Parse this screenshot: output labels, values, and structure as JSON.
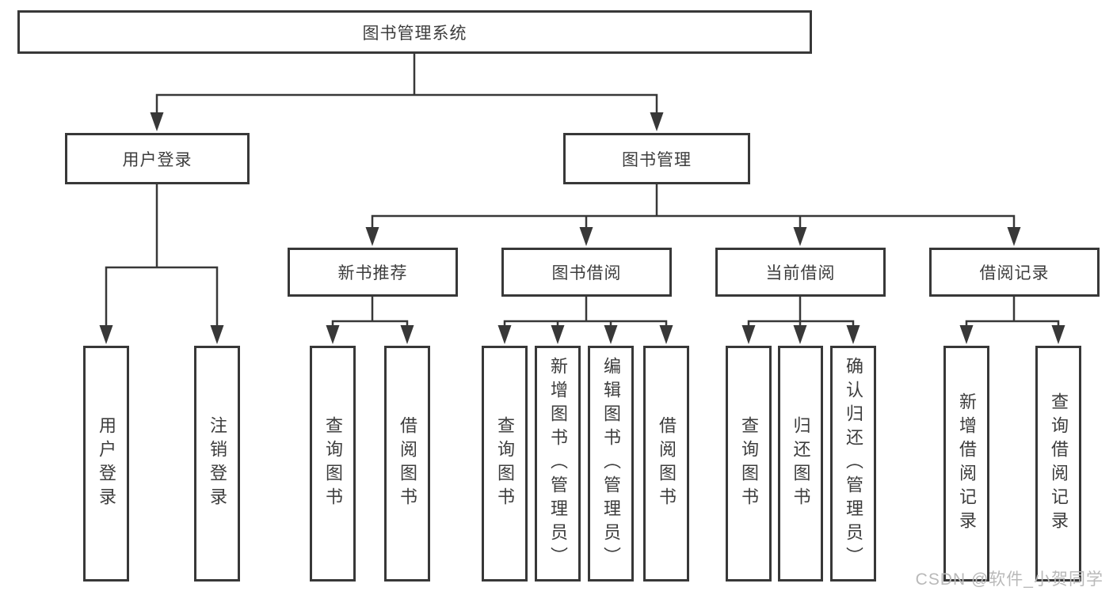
{
  "colors": {
    "line": "#383838",
    "text": "#3d3d3d",
    "bg": "#ffffff",
    "wm": "#b9b9b9"
  },
  "watermark": "CSDN @软件_小贺同学",
  "tree": {
    "root": "图书管理系统",
    "level2": [
      {
        "label": "用户登录",
        "children": [
          "用户登录",
          "注销登录"
        ]
      },
      {
        "label": "图书管理"
      }
    ],
    "level3": [
      {
        "label": "新书推荐",
        "children": [
          "查询图书",
          "借阅图书"
        ]
      },
      {
        "label": "图书借阅",
        "children": [
          "查询图书",
          "新增图书（管理员）",
          "编辑图书（管理员）",
          "借阅图书"
        ]
      },
      {
        "label": "当前借阅",
        "children": [
          "查询图书",
          "归还图书",
          "确认归还（管理员）"
        ]
      },
      {
        "label": "借阅记录",
        "children": [
          "新增借阅记录",
          "查询借阅记录"
        ]
      }
    ]
  }
}
